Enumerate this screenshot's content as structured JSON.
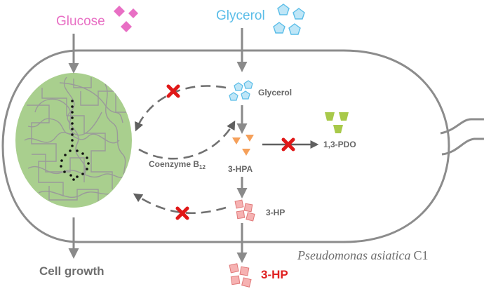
{
  "inputs": {
    "glucose": "Glucose",
    "glycerol": "Glycerol"
  },
  "intracellular": {
    "glycerol": "Glycerol",
    "hpa": "3-HPA",
    "pdo": "1,3-PDO",
    "hp": "3-HP",
    "coenzyme": "Coenzyme B",
    "coenzyme_sub": "12"
  },
  "outputs": {
    "cell_growth": "Cell growth",
    "hp": "3-HP"
  },
  "organism": {
    "name_italic": "Pseudomonas asiatica",
    "strain": "C1"
  },
  "colors": {
    "glucose": "#e86fc4",
    "glycerol": "#5bbde8",
    "hpa": "#f5a05a",
    "pdo": "#a8c94a",
    "hp": "#f08a8a",
    "hp_product": "#e02020",
    "nucleoid": "#a9cf8e",
    "arrow": "#8a8a8a",
    "block": "#e01818"
  }
}
